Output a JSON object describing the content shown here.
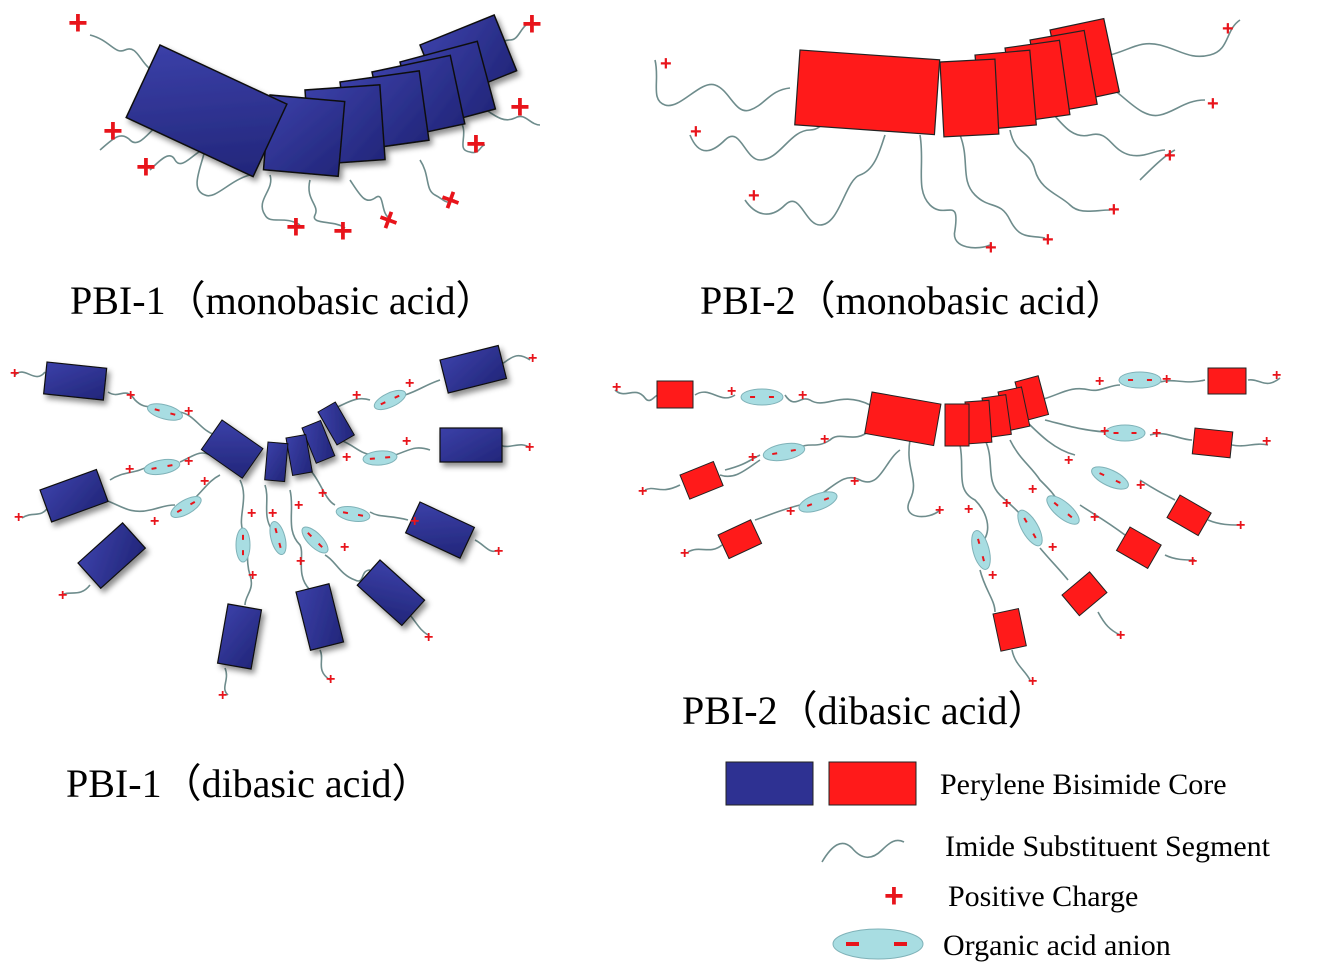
{
  "panels": {
    "pbi1_mono": {
      "caption": "PBI-1（monobasic acid）"
    },
    "pbi2_mono": {
      "caption": "PBI-2（monobasic acid）"
    },
    "pbi1_di": {
      "caption": "PBI-1（dibasic acid）"
    },
    "pbi2_di": {
      "caption": "PBI-2（dibasic acid）"
    }
  },
  "legend": {
    "core": "Perylene Bisimide Core",
    "segment": "Imide Substituent Segment",
    "charge": "Positive Charge",
    "anion": "Organic acid anion"
  },
  "symbols": {
    "plus": "+",
    "minus": "-"
  },
  "colors": {
    "pbi1_core": "#2e3192",
    "pbi2_core": "#ff1a1a",
    "chain": "#6e8c8c",
    "charge": "#e8141b",
    "anion_fill": "#a8dde2"
  }
}
